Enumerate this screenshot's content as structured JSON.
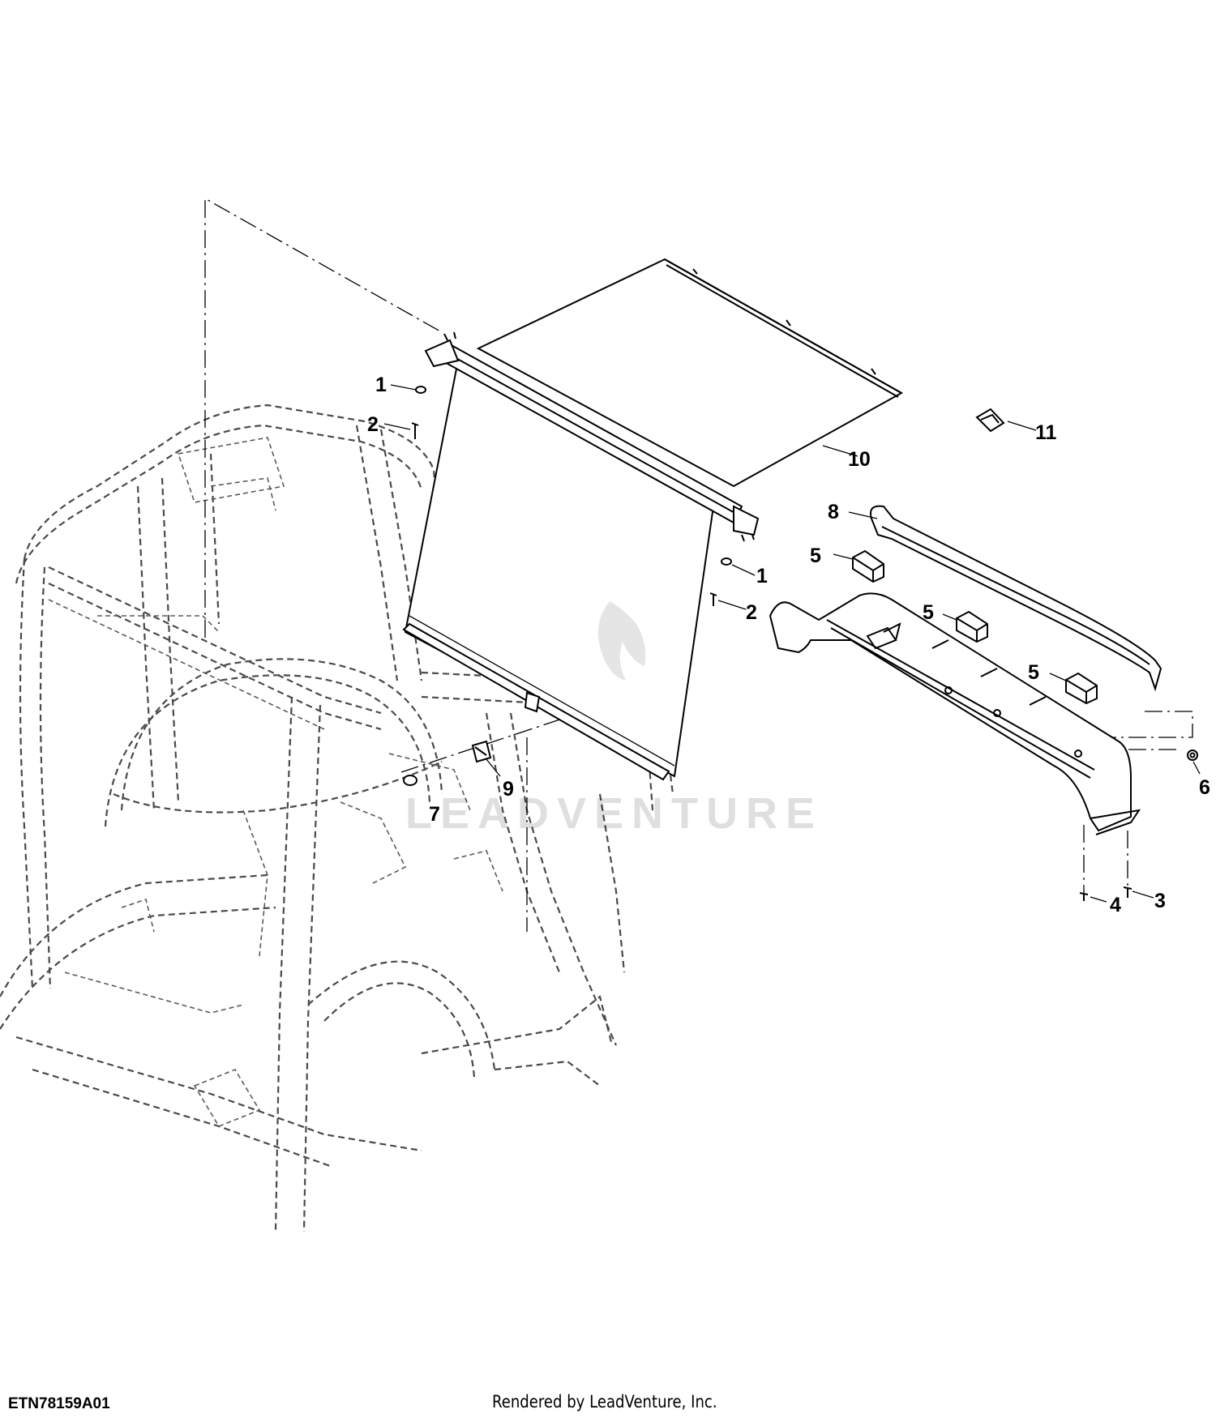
{
  "callouts": [
    {
      "id": "c1a",
      "label": "1"
    },
    {
      "id": "c2a",
      "label": "2"
    },
    {
      "id": "c10",
      "label": "10"
    },
    {
      "id": "c11",
      "label": "11"
    },
    {
      "id": "c8",
      "label": "8"
    },
    {
      "id": "c5a",
      "label": "5"
    },
    {
      "id": "c1b",
      "label": "1"
    },
    {
      "id": "c2b",
      "label": "2"
    },
    {
      "id": "c5b",
      "label": "5"
    },
    {
      "id": "c5c",
      "label": "5"
    },
    {
      "id": "c9",
      "label": "9"
    },
    {
      "id": "c7",
      "label": "7"
    },
    {
      "id": "c6",
      "label": "6"
    },
    {
      "id": "c4",
      "label": "4"
    },
    {
      "id": "c3",
      "label": "3"
    }
  ],
  "watermark": {
    "text": "LEADVENTURE"
  },
  "footer": {
    "figure_id": "ETN78159A01",
    "rendered_by": "Rendered by LeadVenture, Inc."
  }
}
